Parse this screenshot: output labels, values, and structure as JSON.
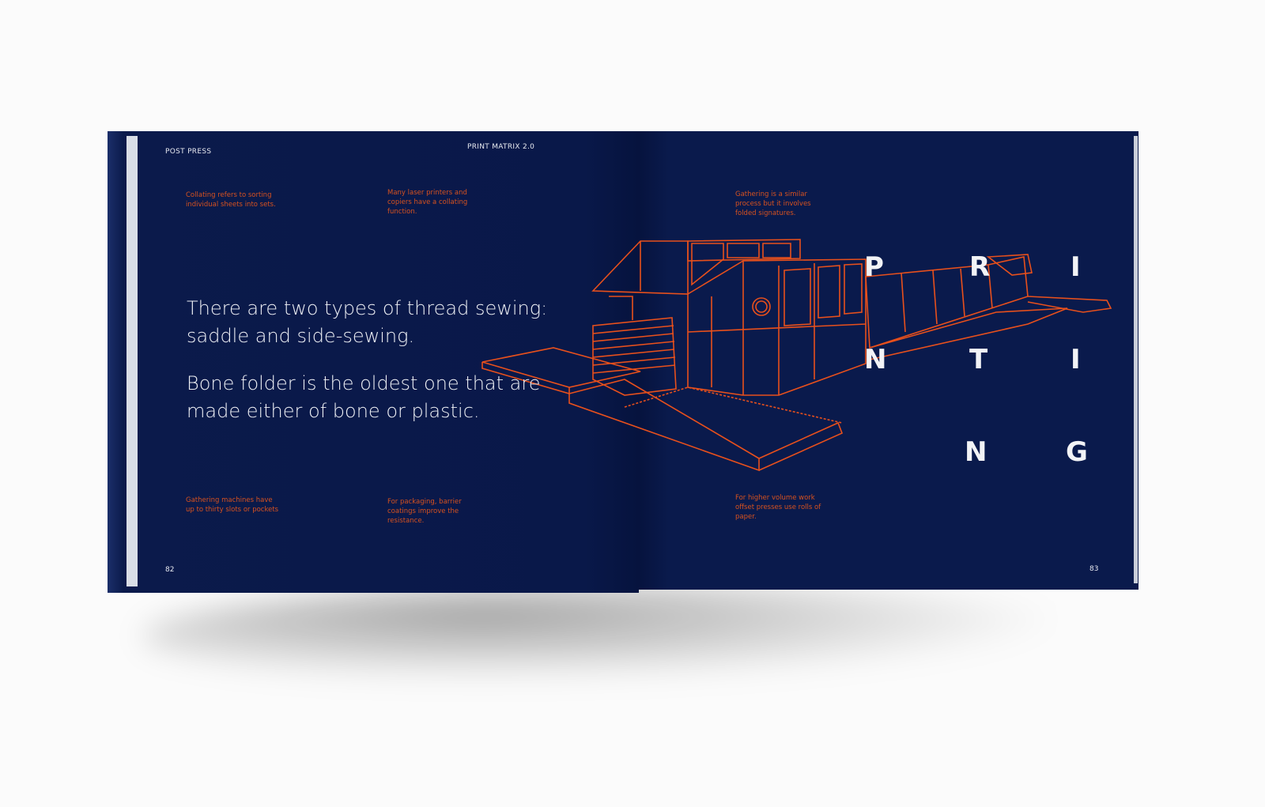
{
  "left_page": {
    "section": "POST PRESS",
    "running_title": "PRINT MATRIX 2.0",
    "notes": [
      "Collating refers to sorting individual sheets into sets.",
      "Many laser printers and copiers have a collating function.",
      "Gathering machines have up to thirty slots or pockets",
      "For packaging, barrier coatings improve the resistance."
    ],
    "body": [
      "There are two types of thread sewing: saddle and side-sewing.",
      "Bone folder is the oldest one that are made either of bone or plastic."
    ],
    "page_number": "82"
  },
  "right_page": {
    "notes": [
      "Gathering is a similar process but it involves folded signatures.",
      "For higher volume work offset presses use rolls of paper."
    ],
    "title_letters": [
      "P",
      "R",
      "I",
      "N",
      "T",
      "I",
      "N",
      "G"
    ],
    "page_number": "83"
  },
  "colors": {
    "navy": "#0a1a4c",
    "orange": "#e8501c"
  }
}
